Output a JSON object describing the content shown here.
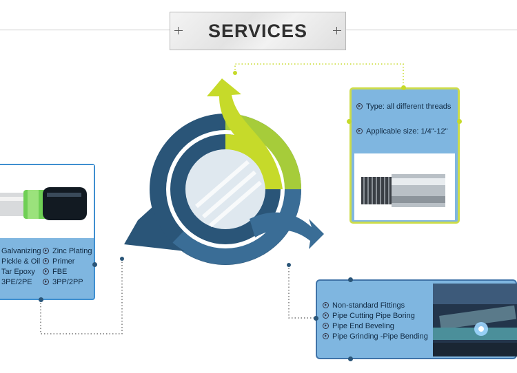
{
  "header": {
    "title": "SERVICES"
  },
  "threads_card": {
    "items": [
      "Type: all different  threads",
      "Applicable  size: 1/4\"-12\""
    ]
  },
  "coating_card": {
    "col1": [
      "Galvanizing",
      "Pickle & Oil",
      "Tar Epoxy",
      "3PE/2PE"
    ],
    "col2": [
      "Zinc Plating",
      "Primer",
      "FBE",
      "3PP/2PP"
    ]
  },
  "process_card": {
    "items": [
      "Non-standard Fittings",
      "Pipe Cutting   Pipe Boring",
      "Pipe End Beveling",
      "Pipe Grinding -Pipe Bending"
    ]
  },
  "colors": {
    "dark_blue": "#2a5578",
    "mid_blue": "#3a6d96",
    "lime": "#c6da2a",
    "card_fill": "#7fb6e0",
    "card_border_blue": "#3f8fd0"
  },
  "icons": [
    "bullet-arrow-icon",
    "cycle-arrows-graphic",
    "pipe-thread-image",
    "coated-pipe-image",
    "workshop-photo"
  ]
}
